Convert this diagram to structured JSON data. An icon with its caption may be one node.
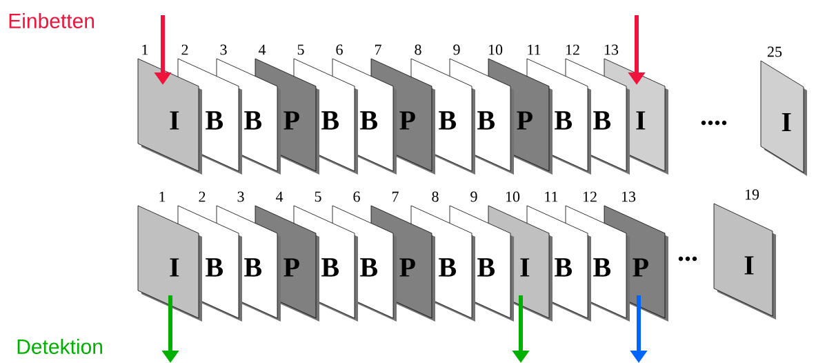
{
  "diagram": {
    "nodes": [
      {
        "text": [
          "I"
        ],
        "beside": [
          "1"
        ]
      },
      {
        "text": [
          "B"
        ],
        "beside": [
          "2"
        ]
      },
      {
        "text": [
          "B"
        ],
        "beside": [
          "3"
        ]
      },
      {
        "text": [
          "P"
        ],
        "beside": [
          "4"
        ]
      },
      {
        "text": [
          "B"
        ],
        "beside": [
          "5"
        ]
      },
      {
        "text": [
          "B"
        ],
        "beside": [
          "6"
        ]
      },
      {
        "text": [
          "P"
        ],
        "beside": [
          "7"
        ]
      },
      {
        "text": [
          "B"
        ],
        "beside": [
          "8"
        ]
      },
      {
        "text": [
          "B"
        ],
        "beside": [
          "9"
        ]
      },
      {
        "text": [
          "P"
        ],
        "beside": [
          "10"
        ]
      },
      {
        "text": [
          "B"
        ],
        "beside": [
          "11"
        ]
      },
      {
        "text": [
          "B"
        ],
        "beside": [
          "12"
        ]
      },
      {
        "text": [
          "I"
        ],
        "beside": [
          "13"
        ]
      },
      {
        "text": [
          "I"
        ],
        "beside": [
          "25"
        ]
      },
      {
        "text": [
          "I"
        ],
        "beside": [
          "1"
        ]
      },
      {
        "text": [
          "B"
        ],
        "beside": [
          "2"
        ]
      },
      {
        "text": [
          "B"
        ],
        "beside": [
          "3"
        ]
      },
      {
        "text": [
          "P"
        ],
        "beside": [
          "4"
        ]
      },
      {
        "text": [
          "B"
        ],
        "beside": [
          "5"
        ]
      },
      {
        "text": [
          "B"
        ],
        "beside": [
          "6"
        ]
      },
      {
        "text": [
          "P"
        ],
        "beside": [
          "7"
        ]
      },
      {
        "text": [
          "B"
        ],
        "beside": [
          "8"
        ]
      },
      {
        "text": [
          "B"
        ],
        "beside": [
          "9"
        ]
      },
      {
        "text": [
          "I"
        ],
        "beside": [
          "10"
        ]
      },
      {
        "text": [
          "B"
        ],
        "beside": [
          "11"
        ]
      },
      {
        "text": [
          "B"
        ],
        "beside": [
          "12"
        ]
      },
      {
        "text": [
          "P"
        ],
        "beside": [
          "13"
        ]
      },
      {
        "text": [
          "I"
        ],
        "beside": [
          "19"
        ]
      }
    ],
    "edges": [
      {
        "from": null,
        "to": 0,
        "arrow": "to",
        "color": "#f0143c"
      },
      {
        "from": null,
        "to": 12,
        "arrow": "to",
        "color": "#f0143c"
      },
      {
        "from": 14,
        "to": null,
        "arrow": "to",
        "color": "#00b000"
      },
      {
        "from": 23,
        "to": null,
        "arrow": "to",
        "color": "#00b000"
      },
      {
        "from": 26,
        "to": null,
        "arrow": "to",
        "color": "#0064ff"
      }
    ],
    "labels": [
      "Einbetten",
      "....",
      "...",
      "Detektion"
    ]
  }
}
